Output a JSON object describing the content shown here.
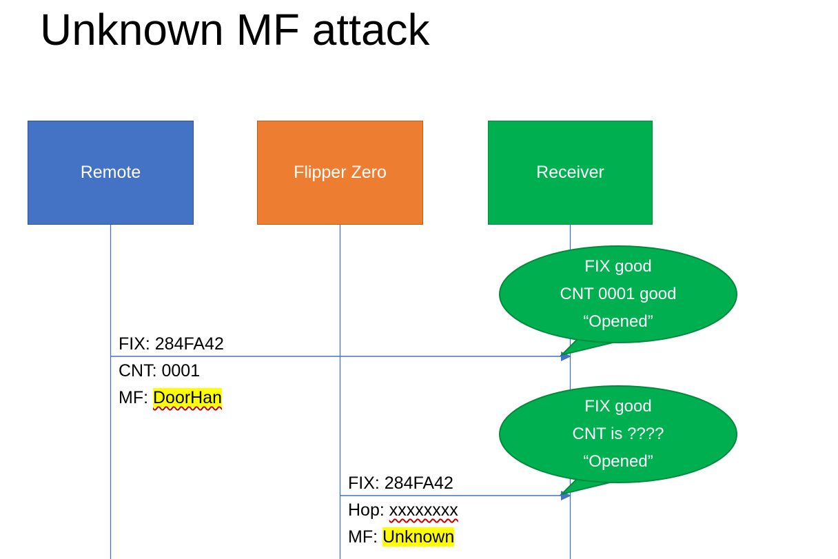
{
  "title": "Unknown MF attack",
  "actors": [
    {
      "label": "Remote"
    },
    {
      "label": "Flipper Zero"
    },
    {
      "label": "Receiver"
    }
  ],
  "messages": [
    {
      "line1": "FIX: 284FA42",
      "line2": "CNT: 0001",
      "line3_prefix": "MF: ",
      "line3_mark": "DoorHan"
    },
    {
      "line1": "FIX: 284FA42",
      "line2_prefix": "Hop: ",
      "line2_mark": "xxxxxxxx",
      "line3_prefix": "MF: ",
      "line3_mark": "Unknown"
    }
  ],
  "bubbles": [
    {
      "line1": "FIX good",
      "line2": "CNT 0001 good",
      "line3": "“Opened”"
    },
    {
      "line1": "FIX good",
      "line2": "CNT is ????",
      "line3": "“Opened”"
    }
  ],
  "colors": {
    "remote_fill": "#4472C4",
    "remote_border": "#2F528F",
    "flipper_fill": "#ED7D31",
    "flipper_border": "#C45911",
    "receiver_fill": "#00B050",
    "receiver_border": "#008A3C",
    "bubble_fill": "#00B050",
    "bubble_border": "#008A3C",
    "connector": "#4472C4",
    "highlight": "#FFFF00",
    "spellcheck_underline": "#C00000"
  }
}
